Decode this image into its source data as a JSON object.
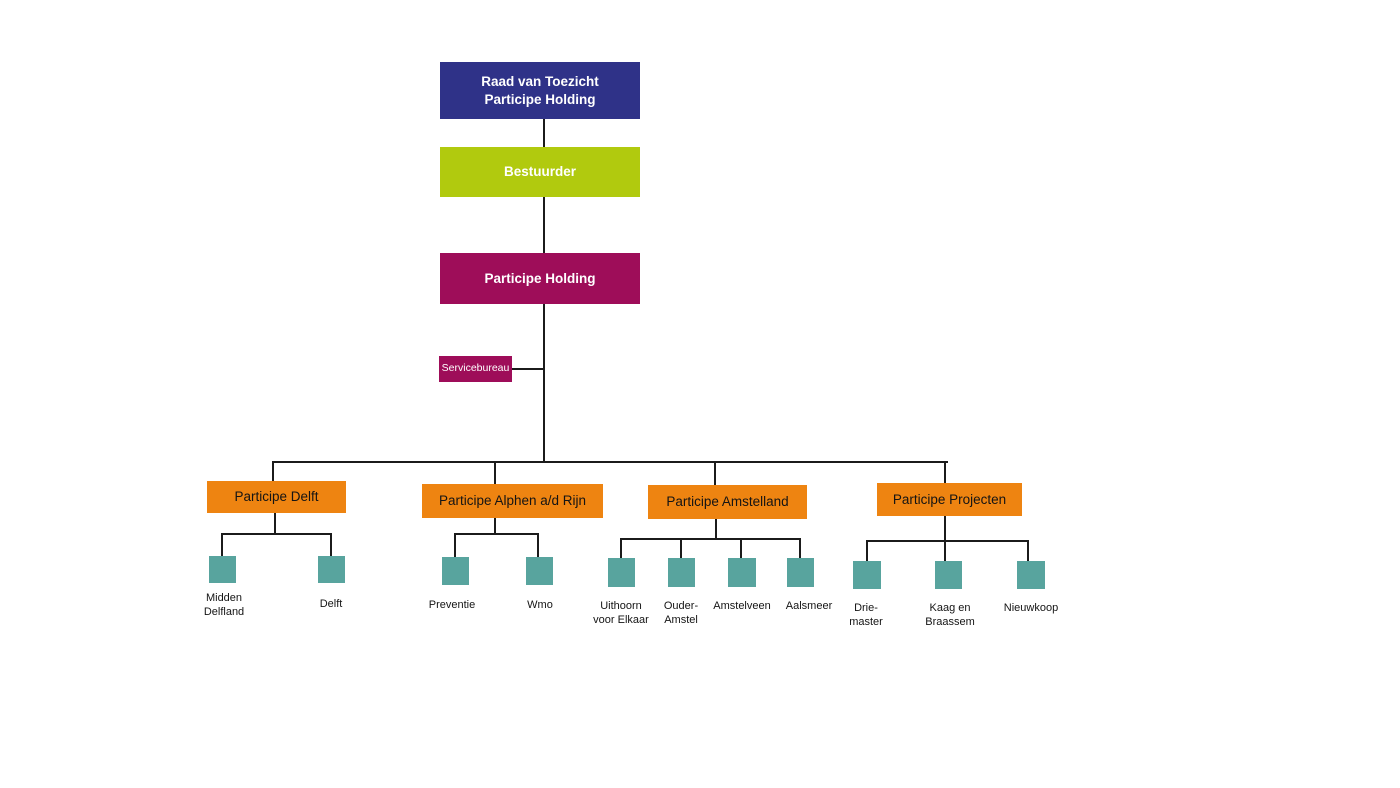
{
  "diagram": {
    "nodes": {
      "raad": {
        "label": "Raad van Toezicht\nParticipe Holding"
      },
      "bestuurder": {
        "label": "Bestuurder"
      },
      "holding": {
        "label": "Participe Holding"
      },
      "servicebureau": {
        "label": "Servicebureau"
      }
    },
    "groups": [
      {
        "label": "Participe Delft",
        "children": [
          {
            "label": "Midden\nDelfland"
          },
          {
            "label": "Delft"
          }
        ]
      },
      {
        "label": "Participe Alphen a/d Rijn",
        "children": [
          {
            "label": "Preventie"
          },
          {
            "label": "Wmo"
          }
        ]
      },
      {
        "label": "Participe Amstelland",
        "children": [
          {
            "label": "Uithoorn\nvoor Elkaar"
          },
          {
            "label": "Ouder-\nAmstel"
          },
          {
            "label": "Amstelveen"
          },
          {
            "label": "Aalsmeer"
          }
        ]
      },
      {
        "label": "Participe Projecten",
        "children": [
          {
            "label": "Drie-\nmaster"
          },
          {
            "label": "Kaag en\nBraassem"
          },
          {
            "label": "Nieuwkoop"
          }
        ]
      }
    ],
    "colors": {
      "board_blue": "#2f3288",
      "director_green": "#b1ca0e",
      "holding_magenta": "#9e0d59",
      "group_orange": "#ee8411",
      "unit_teal": "#58a49e",
      "connector_black": "#1b1b1b"
    }
  }
}
